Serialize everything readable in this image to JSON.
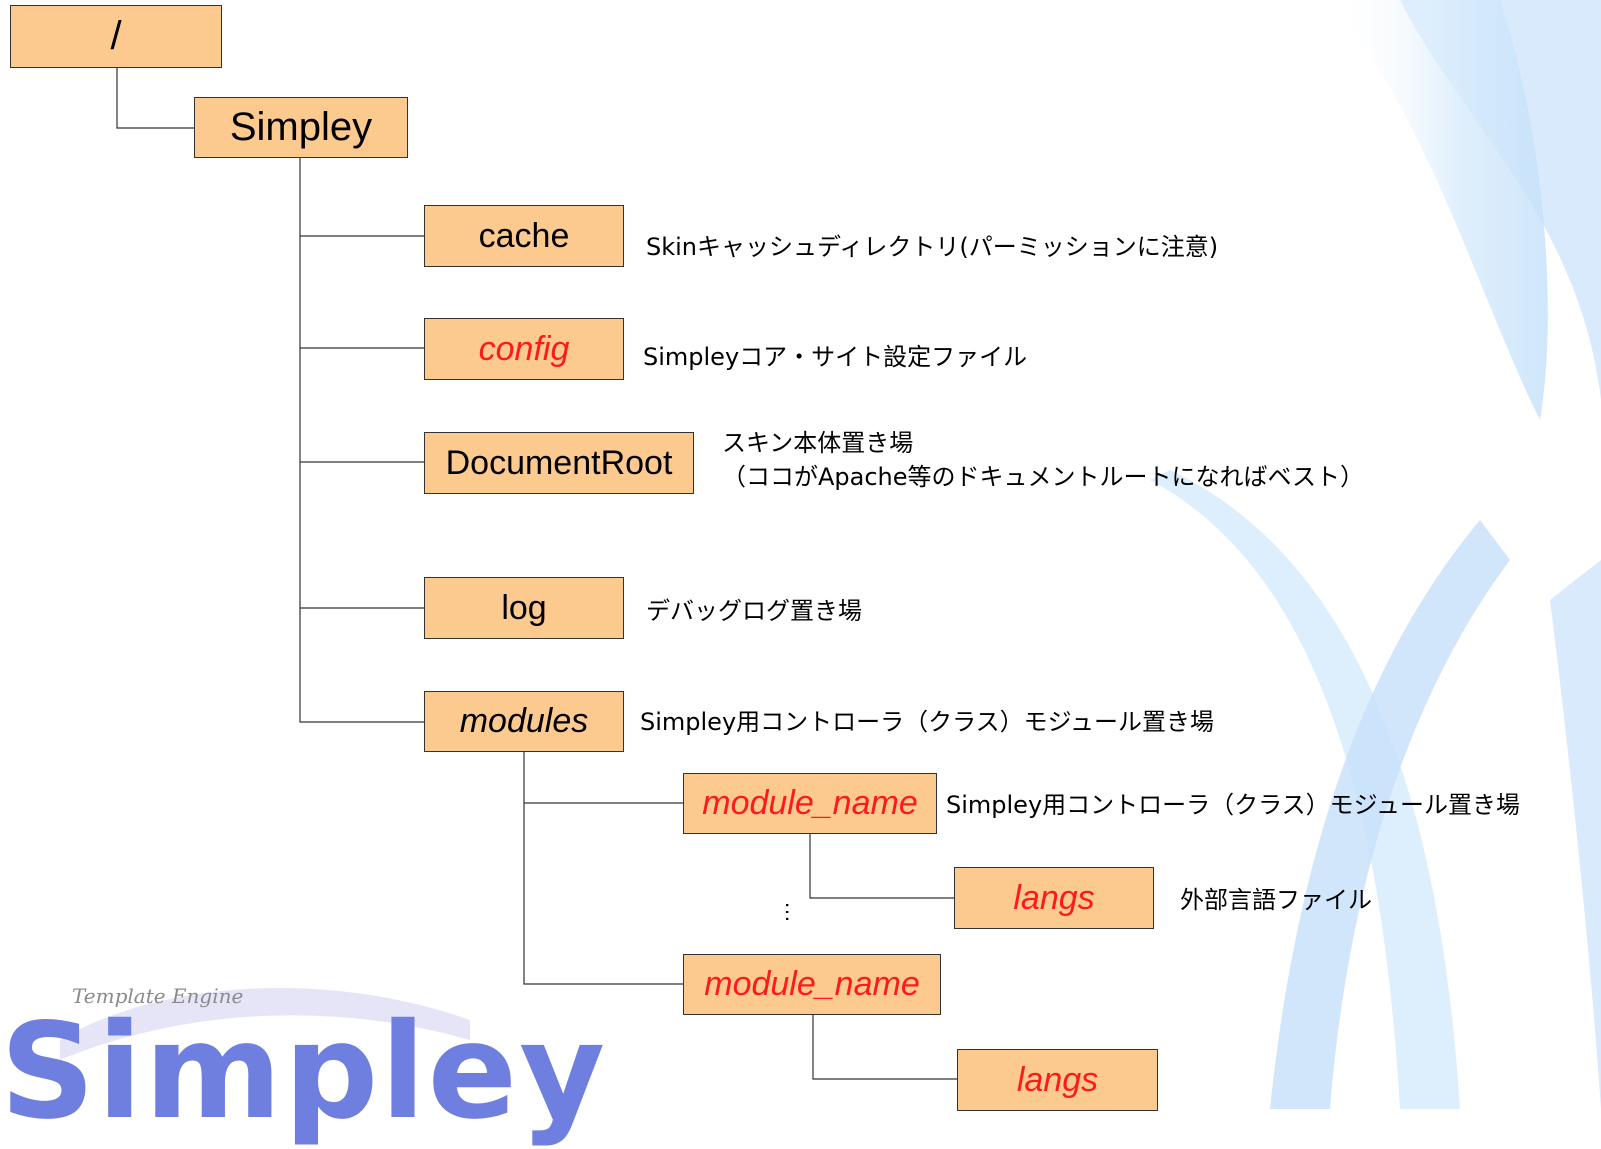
{
  "nodes": {
    "root": "/",
    "simpley": "Simpley",
    "cache": "cache",
    "config": "config",
    "document_root": "DocumentRoot",
    "log": "log",
    "modules": "modules",
    "module_name_1": "module_name",
    "langs_1": "langs",
    "module_name_2": "module_name",
    "langs_2": "langs"
  },
  "descriptions": {
    "cache": "Skinキャッシュディレクトリ(パーミッションに注意)",
    "config": "Simpleyコア・サイト設定ファイル",
    "document_root_line1": "スキン本体置き場",
    "document_root_line2": "（ココがApache等のドキュメントルートになればベスト）",
    "log": "デバッグログ置き場",
    "modules": "Simpley用コントローラ（クラス）モジュール置き場",
    "module_name_1": "Simpley用コントローラ（クラス）モジュール置き場",
    "langs_1": "外部言語ファイル"
  },
  "ellipsis": "…",
  "logo": {
    "subtitle": "Template Engine",
    "title": "Simpley"
  },
  "colors": {
    "node_fill": "#fcc98f",
    "node_border": "#333333",
    "highlight_text": "#ff1a1a",
    "swoosh": "#cfe6fb"
  }
}
